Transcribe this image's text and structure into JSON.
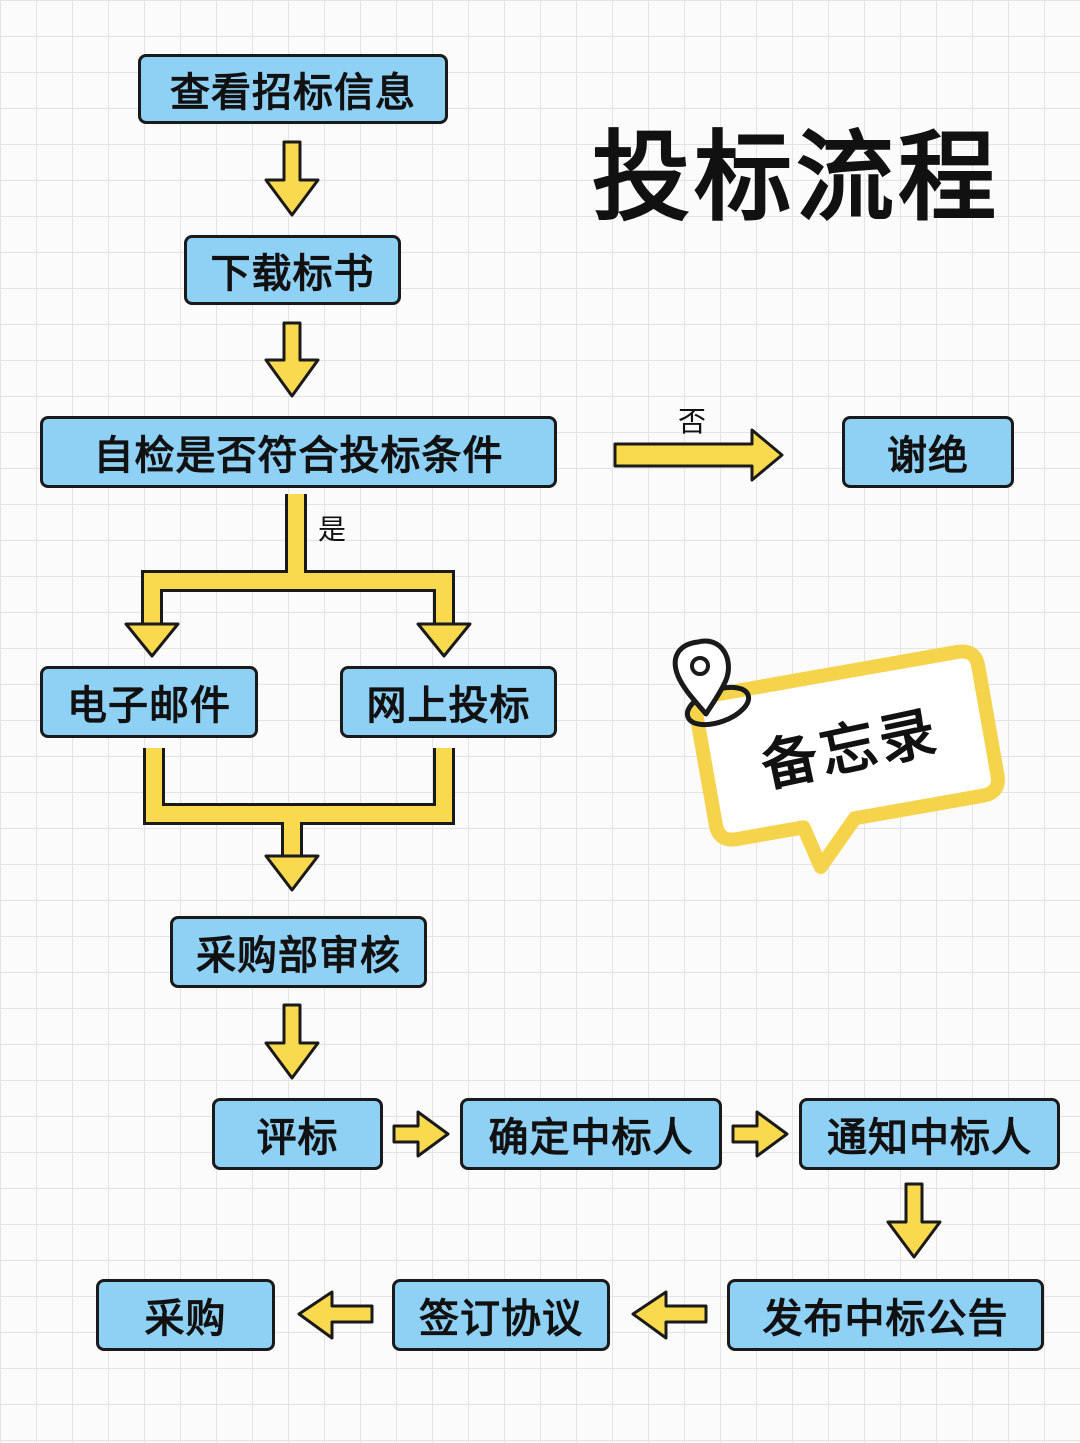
{
  "title": "投标流程",
  "steps": {
    "view_info": "查看招标信息",
    "download": "下载标书",
    "self_check": "自检是否符合投标条件",
    "decline": "谢绝",
    "email": "电子邮件",
    "online": "网上投标",
    "purchase_review": "采购部审核",
    "evaluate": "评标",
    "determine_winner": "确定中标人",
    "notify_winner": "通知中标人",
    "publish_notice": "发布中标公告",
    "sign_agreement": "签订协议",
    "procure": "采购"
  },
  "branch_labels": {
    "no": "否",
    "yes": "是"
  },
  "memo": {
    "text": "备忘录",
    "icon": "location-pin-icon"
  },
  "colors": {
    "box_fill": "#8fd0f5",
    "arrow_fill": "#f9d94e",
    "outline": "#1a1a1a",
    "memo_border": "#f5d34a"
  }
}
